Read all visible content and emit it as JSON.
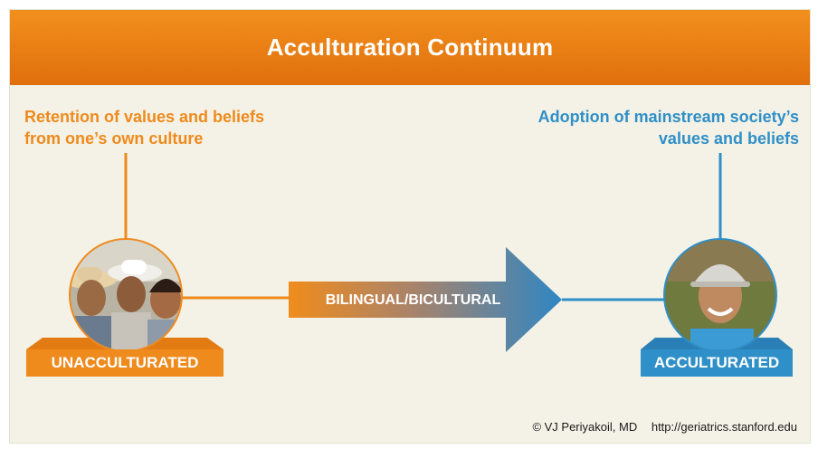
{
  "title": "Acculturation Continuum",
  "left": {
    "caption_line1": "Retention of values and beliefs",
    "caption_line2": "from one’s own culture",
    "label": "UNACCULTURATED",
    "color": "#ef8a1d"
  },
  "right": {
    "caption_line1": "Adoption of mainstream society’s",
    "caption_line2": "values and beliefs",
    "label": "ACCULTURATED",
    "color": "#2f8fc8"
  },
  "middle": {
    "label": "BILINGUAL/BICULTURAL"
  },
  "credit": {
    "author": "© VJ Periyakoil, MD",
    "url": "http://geriatrics.stanford.edu"
  },
  "colors": {
    "banner": "#e8790f",
    "background": "#f4f2e6",
    "orange": "#ef8a1d",
    "blue": "#2f8fc8"
  }
}
